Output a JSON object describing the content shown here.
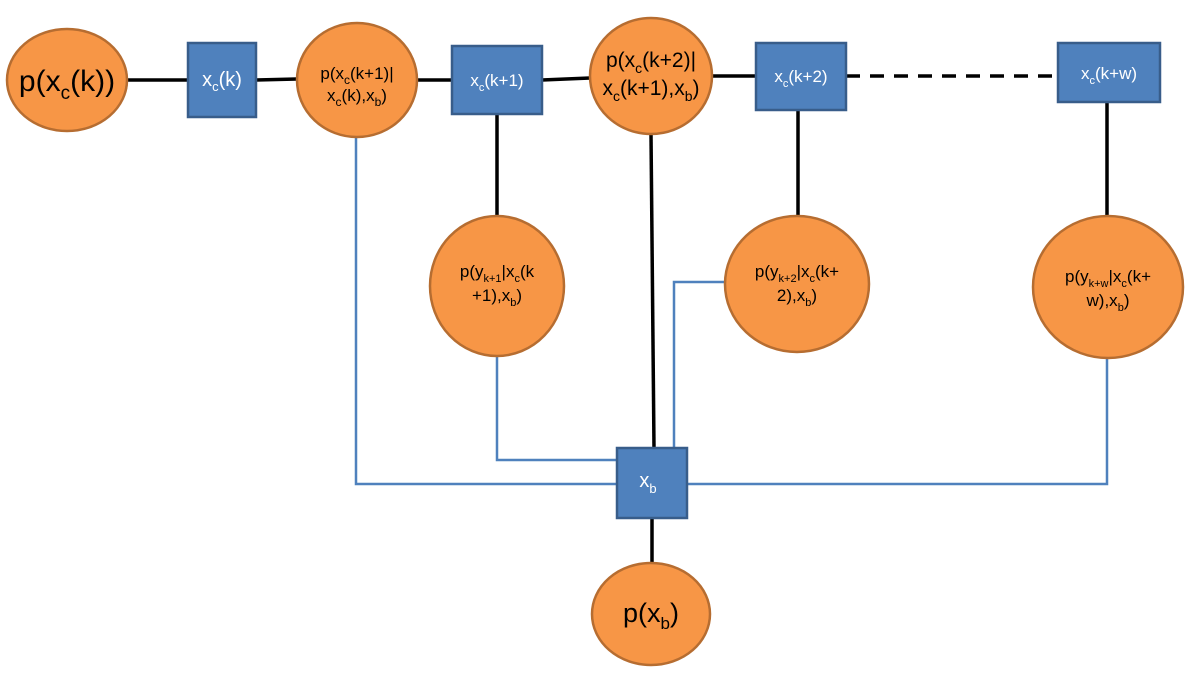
{
  "colors": {
    "factor_fill": "#f79646",
    "factor_stroke": "#b66d31",
    "variable_fill": "#4f81bd",
    "variable_stroke": "#385d8a",
    "edge": "#000000",
    "xb_edge": "#4f81bd"
  },
  "factors": {
    "prior_xc": [
      "p(x",
      "c",
      "(k))"
    ],
    "trans_1_line1": [
      "p(x",
      "c",
      "(k+1)|"
    ],
    "trans_1_line2": [
      "x",
      "c",
      "(k),x",
      "b",
      ")"
    ],
    "trans_2_line1": [
      "p(x",
      "c",
      "(k+2)|"
    ],
    "trans_2_line2": [
      "x",
      "c",
      "(k+1),x",
      "b",
      ")"
    ],
    "obs_1_line1": [
      "p(y",
      "k+1",
      "|x",
      "c",
      "(k"
    ],
    "obs_1_line2": [
      "+1),x",
      "b",
      ")"
    ],
    "obs_2_line1": [
      "p(y",
      "k+2",
      "|x",
      "c",
      "(k+"
    ],
    "obs_2_line2": [
      "2),x",
      "b",
      ")"
    ],
    "obs_w_line1": [
      "p(y",
      "k+w",
      "|x",
      "c",
      "(k+"
    ],
    "obs_w_line2": [
      "w),x",
      "b",
      ")"
    ],
    "prior_xb": [
      "p(x",
      "b",
      ")"
    ]
  },
  "variables": {
    "xc_k": [
      "x",
      "c",
      "(k)"
    ],
    "xc_k1": [
      "x",
      "c",
      "(k+1)"
    ],
    "xc_k2": [
      "x",
      "c",
      "(k+2)"
    ],
    "xc_kw": [
      "x",
      "c",
      "(k+w)"
    ],
    "xb": [
      "x",
      "b"
    ]
  }
}
